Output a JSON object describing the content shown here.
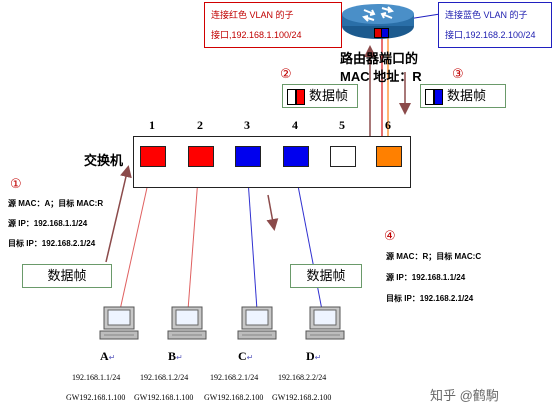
{
  "callouts": {
    "red_line1": "连接红色 VLAN 的子",
    "red_line2": "接口,192.168.1.100/24",
    "blue_line1": "连接蓝色 VLAN 的子",
    "blue_line2": "接口,192.168.2.100/24"
  },
  "router": {
    "label_line1": "路由器端口的",
    "label_line2": "MAC 地址：R"
  },
  "markers": {
    "m1": "①",
    "m2": "②",
    "m3": "③",
    "m4": "④",
    "ret": "↵"
  },
  "frames": {
    "top_left": "数据帧",
    "top_right": "数据帧",
    "left": "数据帧",
    "right": "数据帧"
  },
  "switch": {
    "label": "交换机",
    "ports": [
      "1",
      "2",
      "3",
      "4",
      "5",
      "6"
    ],
    "port_colors": [
      "#ff0000",
      "#ff0000",
      "#0000ee",
      "#0000ee",
      "#ffffff",
      "#ff8000"
    ]
  },
  "info_left": {
    "mac": "源 MAC：A；目标 MAC:R",
    "src_ip": "源 IP：192.168.1.1/24",
    "dst_ip": "目标 IP：192.168.2.1/24"
  },
  "info_right": {
    "mac": "源 MAC：R；目标 MAC:C",
    "src_ip": "源 IP：192.168.1.1/24",
    "dst_ip": "目标 IP：192.168.2.1/24"
  },
  "hosts": [
    {
      "name": "A",
      "ip": "192.168.1.1/24",
      "gw": "GW192.168.1.100"
    },
    {
      "name": "B",
      "ip": "192.168.1.2/24",
      "gw": "GW192.168.1.100"
    },
    {
      "name": "C",
      "ip": "192.168.2.1/24",
      "gw": "GW192.168.2.100"
    },
    {
      "name": "D",
      "ip": "192.168.2.2/24",
      "gw": "GW192.168.2.100"
    }
  ],
  "watermark": "知乎 @鹤駒"
}
